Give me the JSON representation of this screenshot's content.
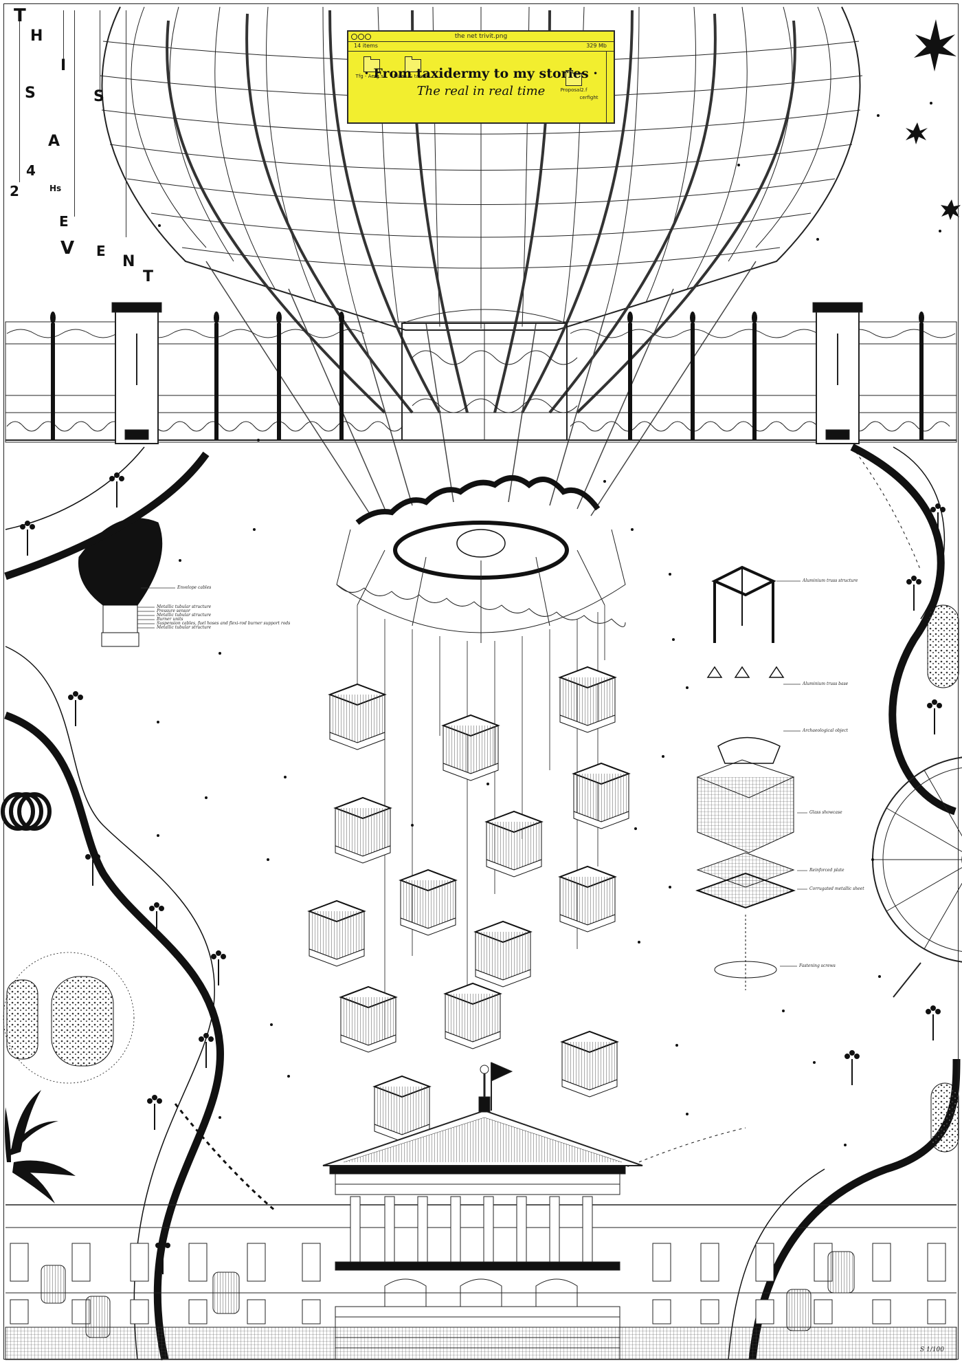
{
  "vertical_text": {
    "letters": [
      "T",
      "H",
      "I",
      "S",
      "S",
      "A",
      "2",
      "4",
      "Hs",
      "E",
      "V",
      "E",
      "N",
      "T"
    ]
  },
  "folder_window": {
    "titlebar": "the net trivit.png",
    "item_count": "14 items",
    "size": "329 Mb",
    "title": "· From taxidermy to my stories ·",
    "subtitle": "The real in real time",
    "files": [
      "Tfg - Aerg.s...",
      "Mira - & taken...",
      "Proposal2.f",
      "cerfight"
    ]
  },
  "balloon_annotations": {
    "items": [
      "Envelope cables",
      "Metallic tubular structure",
      "Pressure sensor",
      "Metallic tubular structure",
      "Burner units",
      "Suspension cables, fuel hoses and flexi-rod burner support rods",
      "Metallic tubular structure"
    ]
  },
  "showcase_annotations": {
    "items": [
      "Aluminium truss structure",
      "Aluminium truss base",
      "Archaeological object",
      "Glass showcase",
      "Reinforced plate",
      "Corrugated metallic sheet",
      "Fastening screws"
    ]
  },
  "scale": "S 1/100",
  "colors": {
    "accent": "#f2ee2f",
    "ink": "#111111",
    "paper": "#ffffff"
  }
}
